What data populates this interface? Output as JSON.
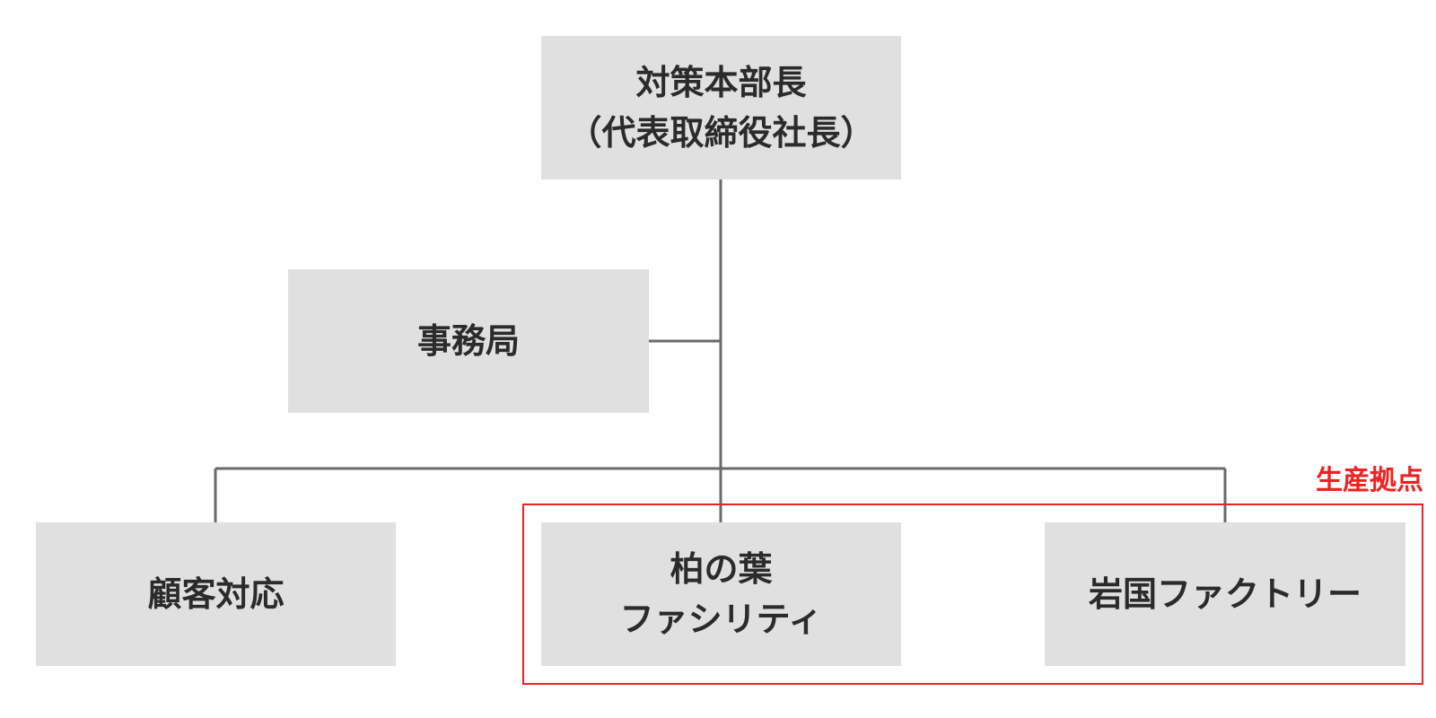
{
  "nodes": {
    "head": {
      "line1": "対策本部長",
      "line2": "（代表取締役社長）"
    },
    "office": {
      "line1": "事務局"
    },
    "customer": {
      "line1": "顧客対応"
    },
    "kashiwa": {
      "line1": "柏の葉",
      "line2": "ファシリティ"
    },
    "iwakuni": {
      "line1": "岩国ファクトリー"
    }
  },
  "group": {
    "label": "生産拠点",
    "color": "#ee2222"
  },
  "colors": {
    "node_fill": "#e0e0e0",
    "connector": "#6a6a6a",
    "text": "#2b2b2b"
  }
}
